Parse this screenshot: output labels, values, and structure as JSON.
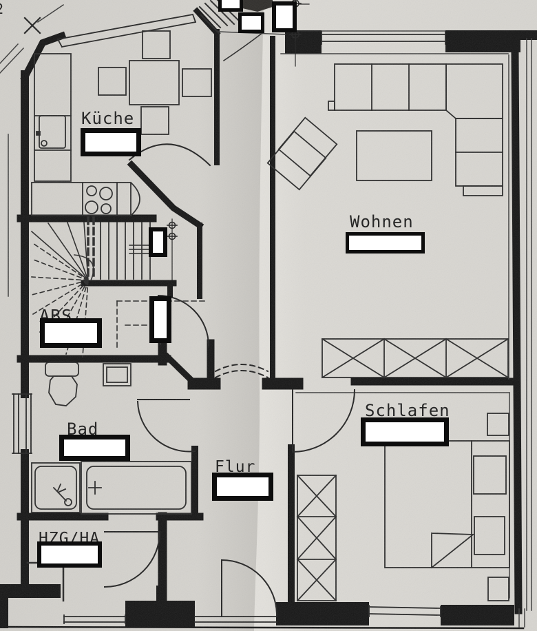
{
  "document": {
    "kind": "scanned apartment floor plan (Grundriss)",
    "paper_color": "#d6d4cf",
    "ink_color": "#161616",
    "redaction_color": "#ffffff",
    "corner_mark": "2",
    "redaction_box_count": 12
  },
  "rooms": {
    "kueche": {
      "label": "Küche",
      "fixtures": [
        "dining-table",
        "chair",
        "chair",
        "chair",
        "chair",
        "counter",
        "sink",
        "stove-4-burners"
      ]
    },
    "wohnen": {
      "label": "Wohnen",
      "fixtures": [
        "corner-sofa",
        "armchair",
        "coffee-table",
        "sideboard-x-pattern",
        "window"
      ]
    },
    "abs": {
      "label": "ABS",
      "fixtures": [
        "winder-staircase",
        "dashed-projection-lines"
      ]
    },
    "bad": {
      "label": "Bad",
      "fixtures": [
        "toilet",
        "washbasin",
        "shower",
        "bathtub",
        "door"
      ]
    },
    "flur": {
      "label": "Flur",
      "fixtures": [
        "entry-door",
        "threshold",
        "arched-opening-dashed"
      ]
    },
    "schlafen": {
      "label": "Schlafen",
      "fixtures": [
        "double-bed",
        "pillows",
        "folded-blanket",
        "nightstand",
        "nightstand",
        "wardrobe-x-pattern",
        "door",
        "window"
      ]
    },
    "hzg_ha": {
      "label": "HZG/HA",
      "fixtures": [
        "door",
        "closet-division",
        "window"
      ]
    }
  },
  "symbols": {
    "survey_marker": "circle-cross-icon",
    "wall_cross_mark": "x-mark-icon",
    "north_dark_patch": "dark-filled-polygon"
  }
}
